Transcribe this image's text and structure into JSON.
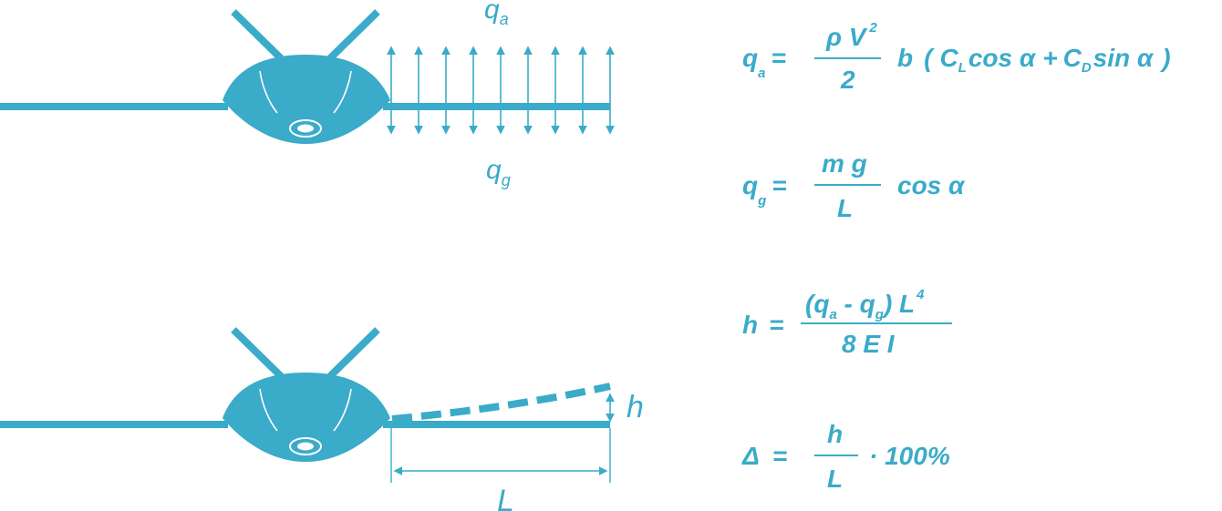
{
  "color": "#3aabc9",
  "diagram": {
    "top_label_upper": {
      "main": "q",
      "sub": "a"
    },
    "top_label_lower": {
      "main": "q",
      "sub": "g"
    },
    "deflection_label": "h",
    "length_label": "L"
  },
  "equations": {
    "qa": {
      "lhs_main": "q",
      "lhs_sub": "a",
      "eq": "=",
      "num_main": "ρ V",
      "num_sup": "2",
      "den": "2",
      "tail1": "b",
      "open": "(",
      "cl_main": "C",
      "cl_sub": "L",
      "cos_term": "cos α",
      "plus": "+",
      "cd_main": "C",
      "cd_sub": "D",
      "sin_term": "sin α",
      "close": ")"
    },
    "qg": {
      "lhs_main": "q",
      "lhs_sub": "g",
      "eq": "=",
      "num": "m g",
      "den": "L",
      "tail": "cos α"
    },
    "h": {
      "lhs": "h",
      "eq": "=",
      "num_open": "(q",
      "num_a": "a",
      "num_mid": " - q",
      "num_g": "g",
      "num_close": ") L",
      "num_sup": "4",
      "den": "8 E I"
    },
    "delta": {
      "lhs": "Δ",
      "eq": "=",
      "num": "h",
      "den": "L",
      "tail": "· 100%"
    }
  }
}
